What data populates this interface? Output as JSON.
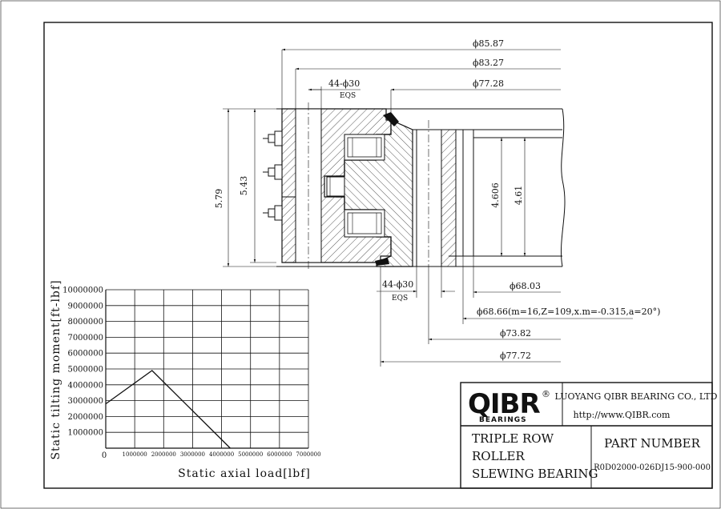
{
  "dimensions": {
    "d1": "ϕ85.87",
    "d2": "ϕ83.27",
    "holes_outer": "44-ϕ30",
    "holes_outer_eqs": "EQS",
    "d3": "ϕ77.28",
    "height_total": "5.79",
    "height_inner": "5.43",
    "h_inner1": "4.606",
    "h_inner2": "4.61",
    "holes_inner": "44-ϕ30",
    "holes_inner_eqs": "EQS",
    "d4": "ϕ68.03",
    "gear": "ϕ68.66(m=16,Z=109,x.m=-0.315,a=20°)",
    "d5": "ϕ73.82",
    "d6": "ϕ77.72"
  },
  "chart_data": {
    "type": "line",
    "xlabel": "Static axial load[lbf]",
    "ylabel": "Static tilting moment[ft-lbf]",
    "xlim": [
      0,
      7000000
    ],
    "ylim": [
      0,
      10000000
    ],
    "x_ticks": [
      "0",
      "1000000",
      "2000000",
      "3000000",
      "4000000",
      "5000000",
      "6000000",
      "7000000"
    ],
    "y_ticks": [
      "1000000",
      "2000000",
      "3000000",
      "4000000",
      "5000000",
      "6000000",
      "7000000",
      "8000000",
      "9000000",
      "10000000"
    ],
    "grid": true,
    "series": [
      {
        "x": [
          0,
          1600000,
          4300000
        ],
        "y": [
          2800000,
          4900000,
          0
        ]
      }
    ]
  },
  "title_block": {
    "logo": "QIBR",
    "logo_reg": "®",
    "logo_sub": "BEARINGS",
    "company": "LUOYANG QIBR BEARING CO., LTD",
    "url": "http://www.QIBR.com",
    "title_lines": [
      "TRIPLE ROW",
      "ROLLER",
      "SLEWING BEARING"
    ],
    "part_number_label": "PART NUMBER",
    "part_number": "R0D02000-026DJ15-900-000"
  }
}
